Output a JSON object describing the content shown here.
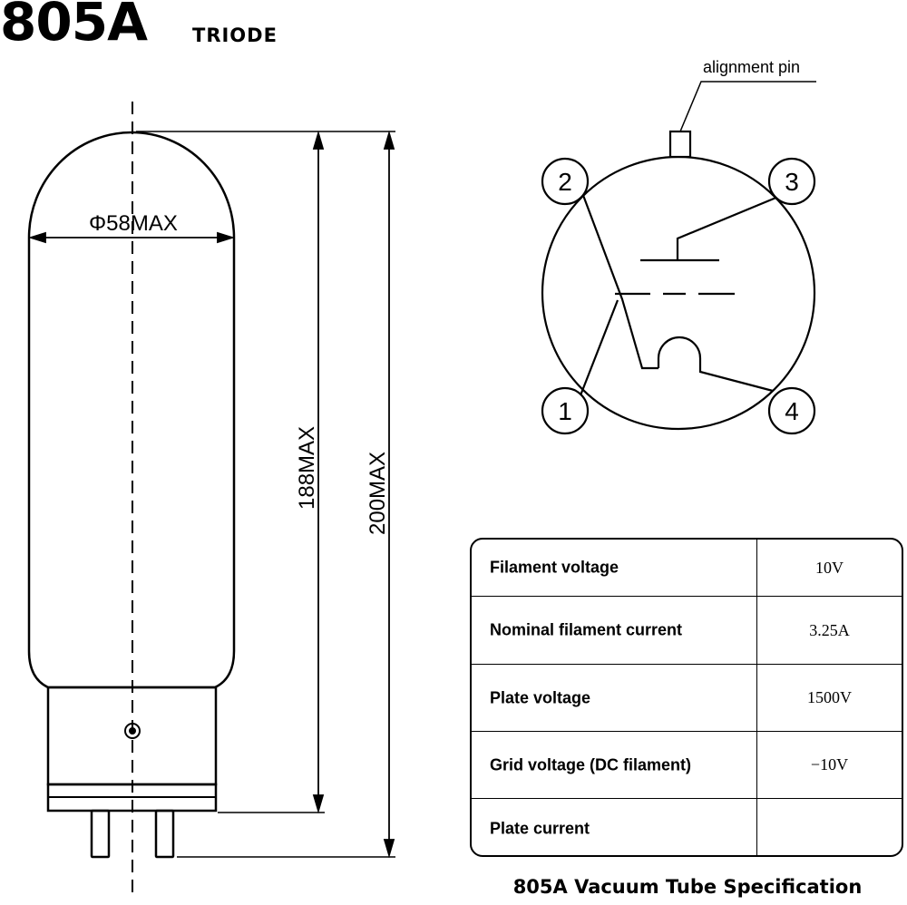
{
  "header": {
    "title": "805A",
    "subtitle": "TRIODE"
  },
  "dimensions": {
    "diameter": "Φ58MAX",
    "height_inner": "188MAX",
    "height_outer": "200MAX"
  },
  "pin_diagram": {
    "alignment_label": "alignment pin",
    "pins": [
      "1",
      "2",
      "3",
      "4"
    ]
  },
  "spec_table": {
    "rows": [
      {
        "label": "Filament voltage",
        "value": "10V"
      },
      {
        "label": "Nominal filament current",
        "value": "3.25A"
      },
      {
        "label": "Plate voltage",
        "value": "1500V"
      },
      {
        "label": "Grid voltage (DC filament)",
        "value": "−10V"
      },
      {
        "label": "Plate current",
        "value": ""
      }
    ]
  },
  "caption": "805A Vacuum Tube Specification"
}
